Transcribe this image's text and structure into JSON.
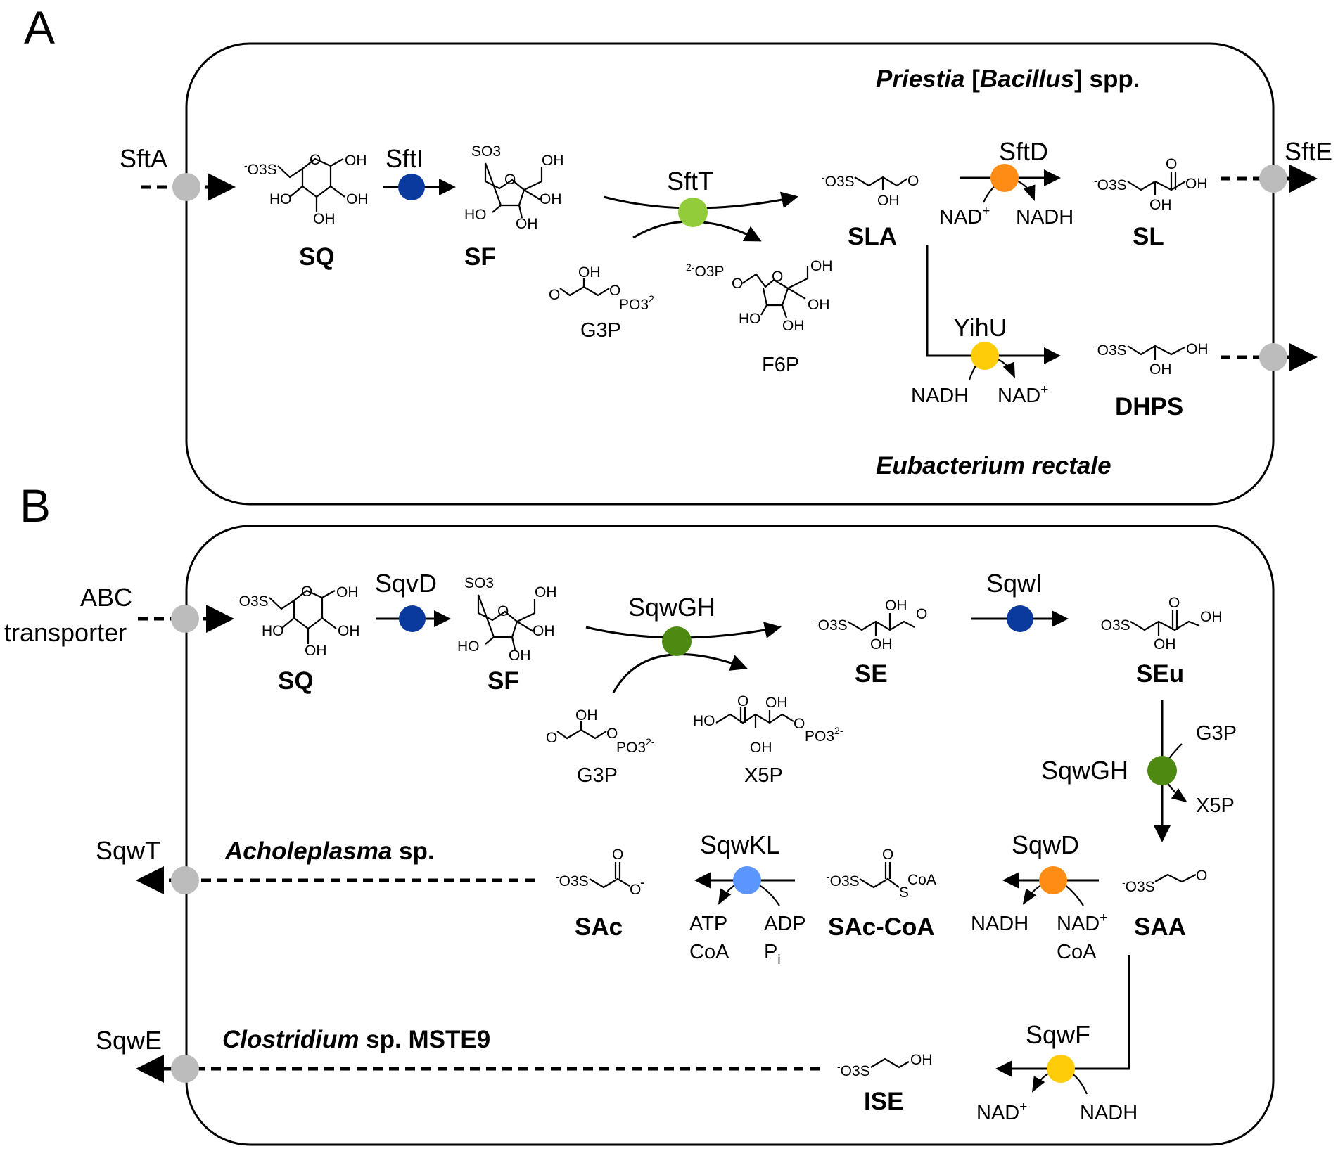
{
  "panels": {
    "a": "A",
    "b": "B"
  },
  "colors": {
    "transporter": "#bcbcbc",
    "isomerase": "#0a3a9e",
    "transaldolase_a": "#92cc3a",
    "transaldolase_b": "#4e8a12",
    "dehydrogenase": "#ff8c14",
    "reductase": "#ffcc0a",
    "ligase": "#5b95ff"
  },
  "panel_a": {
    "org_top": {
      "italic": "Priestia",
      "bracket_open": " [",
      "italic2": "Bacillus",
      "rest": "] spp."
    },
    "org_bottom": "Eubacterium rectale",
    "transporters": {
      "in": "SftA",
      "out": "SftE"
    },
    "enzymes": {
      "isomerase": "SftI",
      "transaldolase": "SftT",
      "dehydrogenase": "SftD",
      "reductase": "YihU"
    },
    "metabolites": {
      "sq": "SQ",
      "sf": "SF",
      "sla": "SLA",
      "sl": "SL",
      "dhps": "DHPS",
      "g3p": "G3P",
      "f6p": "F6P"
    },
    "cofactors": {
      "sftd_in": "NAD",
      "sftd_in_sup": "+",
      "sftd_out": "NADH",
      "yihu_in": "NADH",
      "yihu_out": "NAD",
      "yihu_out_sup": "+"
    }
  },
  "panel_b": {
    "transporters": {
      "in_line1": "ABC",
      "in_line2": "transporter",
      "out1": "SqwT",
      "out2": "SqwE"
    },
    "org1": {
      "italic": "Acholeplasma",
      "rest": " sp."
    },
    "org2": {
      "italic": "Clostridium",
      "rest": " sp. MSTE9"
    },
    "enzymes": {
      "isomerase1": "SqvD",
      "transaldolase1": "SqwGH",
      "isomerase2": "SqwI",
      "transaldolase2": "SqwGH",
      "dehydrogenase": "SqwD",
      "ligase": "SqwKL",
      "reductase": "SqwF"
    },
    "metabolites": {
      "sq": "SQ",
      "sf": "SF",
      "se": "SE",
      "seu": "SEu",
      "saa": "SAA",
      "sac_coa": "SAc-CoA",
      "sac": "SAc",
      "ise": "ISE",
      "g3p": "G3P",
      "x5p": "X5P"
    },
    "cofactors": {
      "g3p_in": "G3P",
      "x5p_out": "X5P",
      "sqwd_out": "NADH",
      "sqwd_in1": "NAD",
      "sqwd_in1_sup": "+",
      "sqwd_in2": "CoA",
      "sqwkl_out1": "ATP",
      "sqwkl_out2": "CoA",
      "sqwkl_in1": "ADP",
      "sqwkl_in2": "P",
      "sqwkl_in2_sub": "i",
      "sqwf_out": "NAD",
      "sqwf_out_sup": "+",
      "sqwf_in": "NADH"
    }
  },
  "chem": {
    "so3": "O3S",
    "minus": "-",
    "so3_top": "SO3",
    "oh": "OH",
    "ho": "HO",
    "o": "O",
    "po3": "PO3",
    "two_minus": "2-",
    "o3p": "O3P",
    "coa": "CoA",
    "s": "S"
  }
}
